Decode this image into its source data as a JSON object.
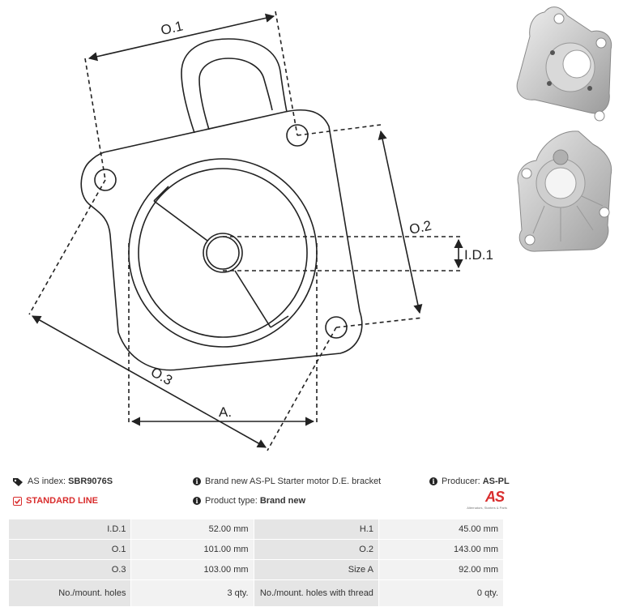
{
  "drawing": {
    "labels": {
      "o1": "O.1",
      "o2": "O.2",
      "o3": "O.3",
      "a": "A.",
      "id1": "I.D.1"
    }
  },
  "info": {
    "as_index_label": "AS index:",
    "as_index_value": "SBR9076S",
    "standard_line": "STANDARD LINE",
    "description": "Brand new AS-PL Starter motor D.E. bracket",
    "product_type_label": "Product type:",
    "product_type_value": "Brand new",
    "producer_label": "Producer:",
    "producer_value": "AS-PL"
  },
  "logo": {
    "mark": "AS",
    "tagline": "Alternators, Starters & Parts"
  },
  "specs": [
    {
      "k1": "I.D.1",
      "v1": "52.00 mm",
      "k2": "H.1",
      "v2": "45.00 mm"
    },
    {
      "k1": "O.1",
      "v1": "101.00 mm",
      "k2": "O.2",
      "v2": "143.00 mm"
    },
    {
      "k1": "O.3",
      "v1": "103.00 mm",
      "k2": "Size A",
      "v2": "92.00 mm"
    },
    {
      "k1": "No./mount. holes",
      "v1": "3 qty.",
      "k2": "No./mount. holes with thread",
      "v2": "0 qty."
    }
  ],
  "colors": {
    "accent_red": "#d92d2d",
    "table_key_bg": "#e5e5e5",
    "table_val_bg": "#f2f2f2"
  },
  "icons": {
    "tag": "tag-icon",
    "check": "check-square-icon",
    "info": "info-circle-icon"
  }
}
